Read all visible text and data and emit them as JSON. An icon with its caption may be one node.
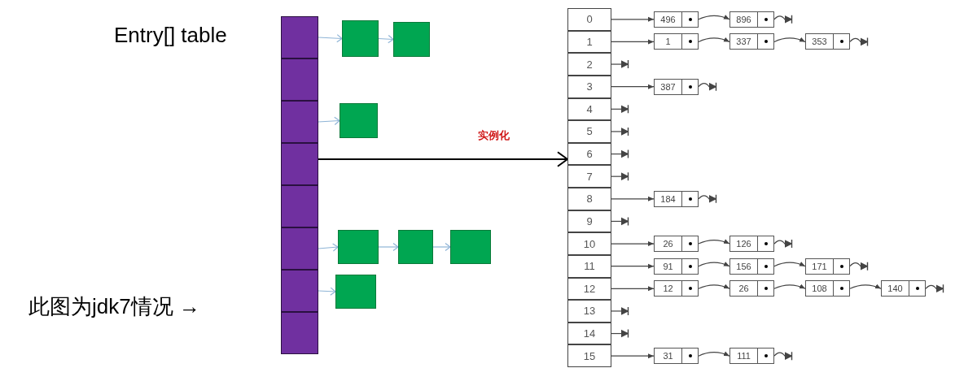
{
  "diagram": {
    "nodes": [
      {
        "text": [],
        "shape": "bar"
      },
      {
        "text": [],
        "shape": "box",
        "in": 0
      },
      {
        "text": [],
        "shape": "box",
        "in": 0
      },
      {
        "text": [],
        "shape": "box",
        "in": 0
      },
      {
        "text": [],
        "shape": "box",
        "in": 0
      },
      {
        "text": [],
        "shape": "box",
        "in": 0
      },
      {
        "text": [],
        "shape": "box",
        "in": 0
      },
      {
        "text": [],
        "shape": "box",
        "in": 0
      },
      {
        "text": [],
        "shape": "box",
        "in": 0
      },
      {
        "text": [],
        "shape": "box"
      },
      {
        "text": [],
        "shape": "box"
      },
      {
        "text": [],
        "shape": "box"
      },
      {
        "text": [],
        "shape": "box"
      },
      {
        "text": [],
        "shape": "box"
      },
      {
        "text": [],
        "shape": "box"
      },
      {
        "text": [],
        "shape": "box"
      },
      {
        "text": [],
        "shape": "bar"
      },
      {
        "text": [
          "0"
        ],
        "in": 16
      },
      {
        "text": [
          "1"
        ],
        "in": 16
      },
      {
        "text": [
          "2"
        ],
        "in": 16
      },
      {
        "text": [
          "3"
        ],
        "in": 16
      },
      {
        "text": [
          "4"
        ],
        "in": 16
      },
      {
        "text": [
          "5"
        ],
        "in": 16
      },
      {
        "text": [
          "6"
        ],
        "in": 16
      },
      {
        "text": [
          "7"
        ],
        "in": 16
      },
      {
        "text": [
          "8"
        ],
        "in": 16
      },
      {
        "text": [
          "9"
        ],
        "in": 16
      },
      {
        "text": [
          "10"
        ],
        "in": 16
      },
      {
        "text": [
          "11"
        ],
        "in": 16
      },
      {
        "text": [
          "12"
        ],
        "in": 16
      },
      {
        "text": [
          "13"
        ],
        "in": 16
      },
      {
        "text": [
          "14"
        ],
        "in": 16
      },
      {
        "text": [
          "15"
        ],
        "in": 16
      },
      {
        "text": [
          "496"
        ]
      },
      {
        "text": [
          "896"
        ]
      },
      {
        "text": [
          "1"
        ]
      },
      {
        "text": [
          "337"
        ]
      },
      {
        "text": [
          "353"
        ]
      },
      {
        "text": [
          "387"
        ]
      },
      {
        "text": [
          "184"
        ]
      },
      {
        "text": [
          "26"
        ]
      },
      {
        "text": [
          "126"
        ]
      },
      {
        "text": [
          "91"
        ]
      },
      {
        "text": [
          "156"
        ]
      },
      {
        "text": [
          "171"
        ]
      },
      {
        "text": [
          "12"
        ]
      },
      {
        "text": [
          "26"
        ]
      },
      {
        "text": [
          "108"
        ]
      },
      {
        "text": [
          "140"
        ]
      },
      {
        "text": [
          "31"
        ]
      },
      {
        "text": [
          "111"
        ]
      }
    ],
    "edges": [
      {
        "from": 1,
        "to": 9,
        "arrow": "to",
        "color": "#8eb4d6"
      },
      {
        "from": 9,
        "to": 10,
        "arrow": "to",
        "color": "#8eb4d6"
      },
      {
        "from": 3,
        "to": 11,
        "arrow": "to",
        "color": "#8eb4d6"
      },
      {
        "from": 6,
        "to": 12,
        "arrow": "to",
        "color": "#8eb4d6"
      },
      {
        "from": 12,
        "to": 13,
        "arrow": "to",
        "color": "#8eb4d6"
      },
      {
        "from": 13,
        "to": 14,
        "arrow": "to",
        "color": "#8eb4d6"
      },
      {
        "from": 7,
        "to": 15,
        "arrow": "to",
        "color": "#8eb4d6"
      },
      {
        "from": 0,
        "to": 16,
        "arrow": "to",
        "label": "实例化"
      },
      {
        "from": 17,
        "to": 33,
        "arrow": "to"
      },
      {
        "from": 33,
        "to": 34,
        "arrow": "to"
      },
      {
        "from": 34,
        "to": null,
        "arrow": "to"
      },
      {
        "from": 18,
        "to": 35,
        "arrow": "to"
      },
      {
        "from": 35,
        "to": 36,
        "arrow": "to"
      },
      {
        "from": 36,
        "to": 37,
        "arrow": "to"
      },
      {
        "from": 37,
        "to": null,
        "arrow": "to"
      },
      {
        "from": 19,
        "to": null,
        "arrow": "to"
      },
      {
        "from": 20,
        "to": 38,
        "arrow": "to"
      },
      {
        "from": 38,
        "to": null,
        "arrow": "to"
      },
      {
        "from": 21,
        "to": null,
        "arrow": "to"
      },
      {
        "from": 22,
        "to": null,
        "arrow": "to"
      },
      {
        "from": 23,
        "to": null,
        "arrow": "to"
      },
      {
        "from": 24,
        "to": null,
        "arrow": "to"
      },
      {
        "from": 25,
        "to": 39,
        "arrow": "to"
      },
      {
        "from": 39,
        "to": null,
        "arrow": "to"
      },
      {
        "from": 26,
        "to": null,
        "arrow": "to"
      },
      {
        "from": 27,
        "to": 40,
        "arrow": "to"
      },
      {
        "from": 40,
        "to": 41,
        "arrow": "to"
      },
      {
        "from": 41,
        "to": null,
        "arrow": "to"
      },
      {
        "from": 28,
        "to": 42,
        "arrow": "to"
      },
      {
        "from": 42,
        "to": 43,
        "arrow": "to"
      },
      {
        "from": 43,
        "to": 44,
        "arrow": "to"
      },
      {
        "from": 44,
        "to": null,
        "arrow": "to"
      },
      {
        "from": 29,
        "to": 45,
        "arrow": "to"
      },
      {
        "from": 45,
        "to": 46,
        "arrow": "to"
      },
      {
        "from": 46,
        "to": 47,
        "arrow": "to"
      },
      {
        "from": 47,
        "to": 48,
        "arrow": "to"
      },
      {
        "from": 48,
        "to": null,
        "arrow": "to"
      },
      {
        "from": 30,
        "to": null,
        "arrow": "to"
      },
      {
        "from": 31,
        "to": null,
        "arrow": "to"
      },
      {
        "from": 32,
        "to": 49,
        "arrow": "to"
      },
      {
        "from": 49,
        "to": 50,
        "arrow": "to"
      },
      {
        "from": 50,
        "to": null,
        "arrow": "to"
      }
    ],
    "labels": [
      "Entry[] table",
      "此图为jdk7情况 →"
    ]
  }
}
